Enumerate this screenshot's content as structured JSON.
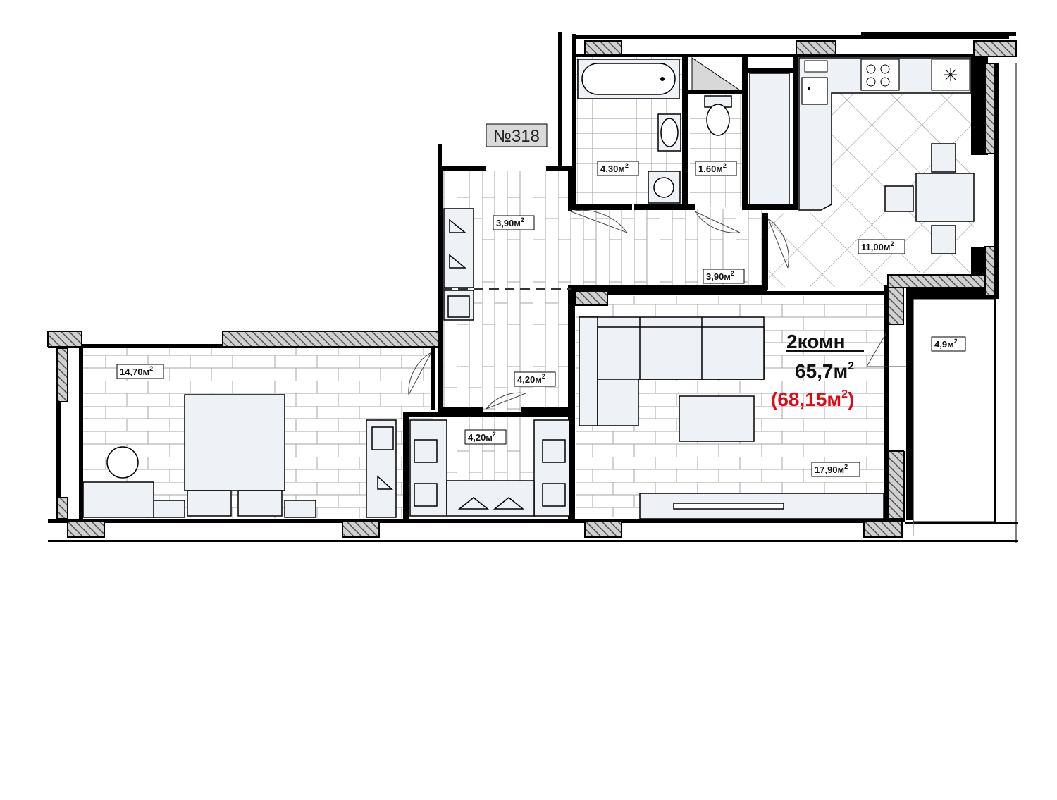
{
  "apartment": {
    "number": "№318",
    "type": "2комн",
    "area": "65,7м",
    "total_area": "(68,15м",
    "total_area_close": ")",
    "sup": "2"
  },
  "rooms": [
    {
      "id": "bathroom",
      "area": "4,30м"
    },
    {
      "id": "toilet",
      "area": "1,60м"
    },
    {
      "id": "hall-upper",
      "area": "3,90м"
    },
    {
      "id": "corridor",
      "area": "3,90м"
    },
    {
      "id": "kitchen",
      "area": "11,00м"
    },
    {
      "id": "hall-lower",
      "area": "4,20м"
    },
    {
      "id": "wardrobe",
      "area": "4,20м"
    },
    {
      "id": "bedroom",
      "area": "14,70м"
    },
    {
      "id": "living-room",
      "area": "17,90м"
    },
    {
      "id": "balcony",
      "area": "4,9м"
    }
  ],
  "colors": {
    "wall": "#000000",
    "hatch": "#555555",
    "floor_line": "#9a9a9a",
    "furniture": "#eef2f6",
    "accent": "#e30613",
    "tag_bg": "#d9d9d9"
  }
}
